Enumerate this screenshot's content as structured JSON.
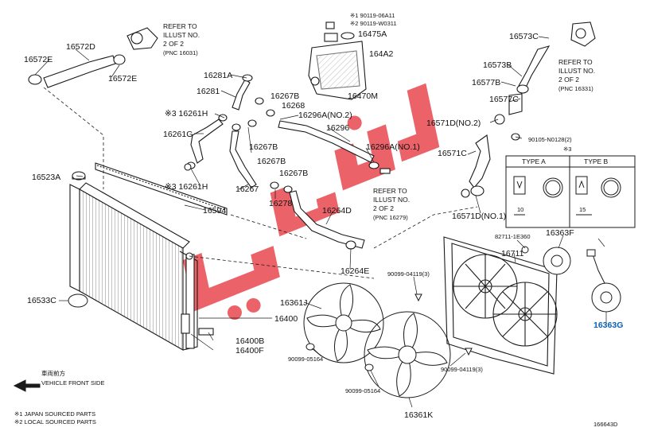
{
  "labels": [
    {
      "id": "p16572E_l",
      "text": "16572E"
    },
    {
      "id": "p16572D",
      "text": "16572D"
    },
    {
      "id": "p16572E_r",
      "text": "16572E"
    },
    {
      "id": "ref1_a",
      "text": "REFER TO"
    },
    {
      "id": "ref1_b",
      "text": "ILLUST NO."
    },
    {
      "id": "ref1_c",
      "text": "2 OF 2"
    },
    {
      "id": "ref1_d",
      "text": "(PNC 16031)"
    },
    {
      "id": "cap_a",
      "text": "※1 90119-06A11"
    },
    {
      "id": "cap_b",
      "text": "※2 90119-W0311"
    },
    {
      "id": "p16475A",
      "text": "16475A"
    },
    {
      "id": "p164A2",
      "text": "164A2"
    },
    {
      "id": "p16281A",
      "text": "16281A"
    },
    {
      "id": "p16281",
      "text": "16281"
    },
    {
      "id": "p16470M",
      "text": "16470M"
    },
    {
      "id": "p16267B_a",
      "text": "16267B"
    },
    {
      "id": "p16268",
      "text": "16268"
    },
    {
      "id": "p16261H_a",
      "text": "※3 16261H"
    },
    {
      "id": "p16296A_2",
      "text": "16296A(NO.2)"
    },
    {
      "id": "p16296",
      "text": "16296"
    },
    {
      "id": "p16261G",
      "text": "16261G"
    },
    {
      "id": "p16267B_b",
      "text": "16267B"
    },
    {
      "id": "p16296A_1",
      "text": "16296A(NO.1)"
    },
    {
      "id": "p16267B_c",
      "text": "16267B"
    },
    {
      "id": "p16267B_d",
      "text": "16267B"
    },
    {
      "id": "p16523A",
      "text": "16523A"
    },
    {
      "id": "p16261H_b",
      "text": "※3 16261H"
    },
    {
      "id": "p16267",
      "text": "16267"
    },
    {
      "id": "p16278",
      "text": "16278"
    },
    {
      "id": "p16264D",
      "text": "16264D"
    },
    {
      "id": "ref2_a",
      "text": "REFER TO"
    },
    {
      "id": "ref2_b",
      "text": "ILLUST NO."
    },
    {
      "id": "ref2_c",
      "text": "2 OF 2"
    },
    {
      "id": "ref2_d",
      "text": "(PNC 16279)"
    },
    {
      "id": "p16594",
      "text": "16594"
    },
    {
      "id": "p16573C",
      "text": "16573C"
    },
    {
      "id": "ref3_a",
      "text": "REFER TO"
    },
    {
      "id": "ref3_b",
      "text": "ILLUST NO."
    },
    {
      "id": "ref3_c",
      "text": "2 OF 2"
    },
    {
      "id": "ref3_d",
      "text": "(PNC 16331)"
    },
    {
      "id": "p16573B",
      "text": "16573B"
    },
    {
      "id": "p16577B",
      "text": "16577B"
    },
    {
      "id": "p16577C",
      "text": "16577C"
    },
    {
      "id": "p16571D_2",
      "text": "16571D(NO.2)"
    },
    {
      "id": "p90105",
      "text": "90105-N0128(2)"
    },
    {
      "id": "p3mark",
      "text": "※3"
    },
    {
      "id": "p16571C",
      "text": "16571C"
    },
    {
      "id": "typeA",
      "text": "TYPE A"
    },
    {
      "id": "typeB",
      "text": "TYPE B"
    },
    {
      "id": "dim10",
      "text": "10"
    },
    {
      "id": "dim15",
      "text": "15"
    },
    {
      "id": "p16571D_1",
      "text": "16571D(NO.1)"
    },
    {
      "id": "p82711",
      "text": "82711-1E360"
    },
    {
      "id": "p16363F",
      "text": "16363F"
    },
    {
      "id": "p16711",
      "text": "16711"
    },
    {
      "id": "p16264E",
      "text": "16264E"
    },
    {
      "id": "p90099_3a",
      "text": "90099-04119(3)"
    },
    {
      "id": "p16533C",
      "text": "16533C"
    },
    {
      "id": "p16361J",
      "text": "16361J"
    },
    {
      "id": "p16400",
      "text": "16400"
    },
    {
      "id": "p16400B",
      "text": "16400B"
    },
    {
      "id": "p16400F",
      "text": "16400F"
    },
    {
      "id": "p16363G",
      "text": "16363G"
    },
    {
      "id": "p90099_05164a",
      "text": "90099-05164"
    },
    {
      "id": "p90099_3b",
      "text": "90099-04119(3)"
    },
    {
      "id": "front_jp",
      "text": "車両前方"
    },
    {
      "id": "front_en",
      "text": "VEHICLE FRONT SIDE"
    },
    {
      "id": "p90099_05164b",
      "text": "90099-05164"
    },
    {
      "id": "p16361K",
      "text": "16361K"
    },
    {
      "id": "foot1",
      "text": "※1 JAPAN SOURCED PARTS"
    },
    {
      "id": "foot2",
      "text": "※2 LOCAL SOURCED PARTS"
    },
    {
      "id": "figid",
      "text": "166643D"
    }
  ],
  "colors": {
    "line": "#1a1a1a",
    "highlight": "#0a5fb4",
    "watermark": "#e8474f"
  }
}
